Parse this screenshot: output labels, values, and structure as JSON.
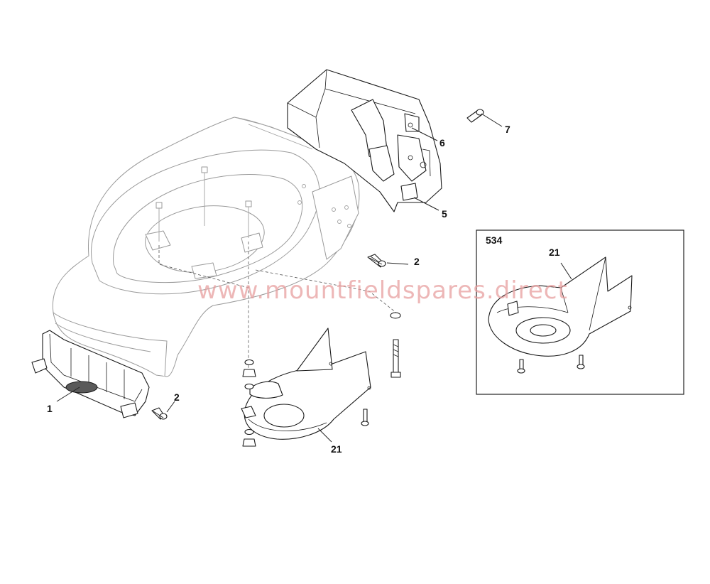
{
  "watermark": "www.mountfieldspares.direct",
  "callouts": {
    "c1": "1",
    "c2a": "2",
    "c2b": "2",
    "c5": "5",
    "c6": "6",
    "c7": "7",
    "c21": "21",
    "inset_code": "534",
    "inset_21": "21"
  },
  "icons": {
    "deck": "mower-deck-icon",
    "flap": "rear-flap-icon",
    "chute": "discharge-chute-icon",
    "deflector": "mulching-deflector-icon",
    "screw": "screw-icon"
  }
}
